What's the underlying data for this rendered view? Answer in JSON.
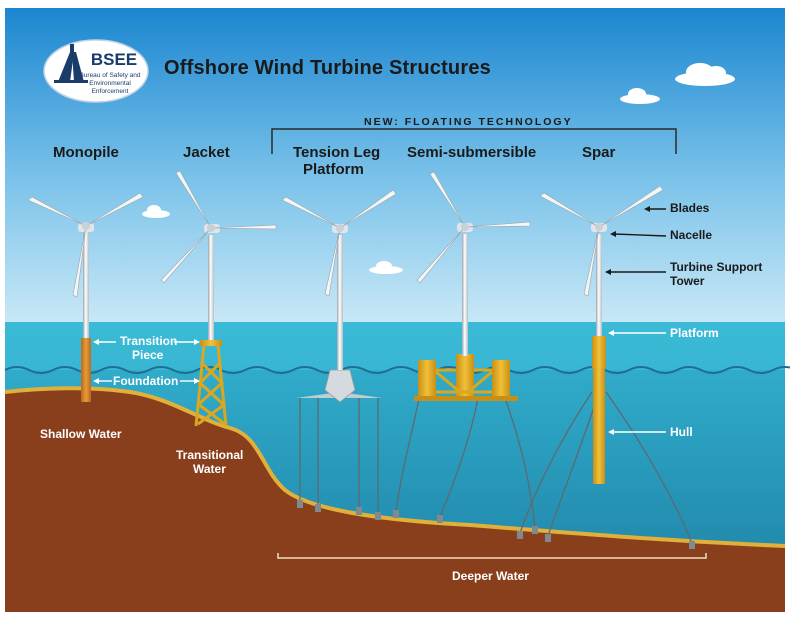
{
  "title": "Offshore Wind Turbine Structures",
  "logo": {
    "acronym": "BSEE",
    "agency_line1": "Bureau of Safety and",
    "agency_line2": "Environmental",
    "agency_line3": "Enforcement"
  },
  "banner": "NEW: FLOATING TECHNOLOGY",
  "turbine_types": {
    "monopile": "Monopile",
    "jacket": "Jacket",
    "tension_leg_line1": "Tension Leg",
    "tension_leg_line2": "Platform",
    "semi_submersible": "Semi-submersible",
    "spar": "Spar"
  },
  "component_labels": {
    "blades": "Blades",
    "nacelle": "Nacelle",
    "tower_line1": "Turbine Support",
    "tower_line2": "Tower",
    "platform": "Platform",
    "hull": "Hull",
    "transition_line1": "Transition",
    "transition_line2": "Piece",
    "foundation": "Foundation"
  },
  "water_depths": {
    "shallow": "Shallow Water",
    "transitional_line1": "Transitional",
    "transitional_line2": "Water",
    "deeper": "Deeper Water"
  },
  "colors": {
    "sky_top": "#1f8fd6",
    "sky_bottom": "#bfe3f5",
    "sea": "#2aa7c6",
    "seabed": "#8a3f1c",
    "seabed_edge": "#e1b03a",
    "structure_yellow": "#e7b323",
    "structure_orange": "#d9892b"
  }
}
